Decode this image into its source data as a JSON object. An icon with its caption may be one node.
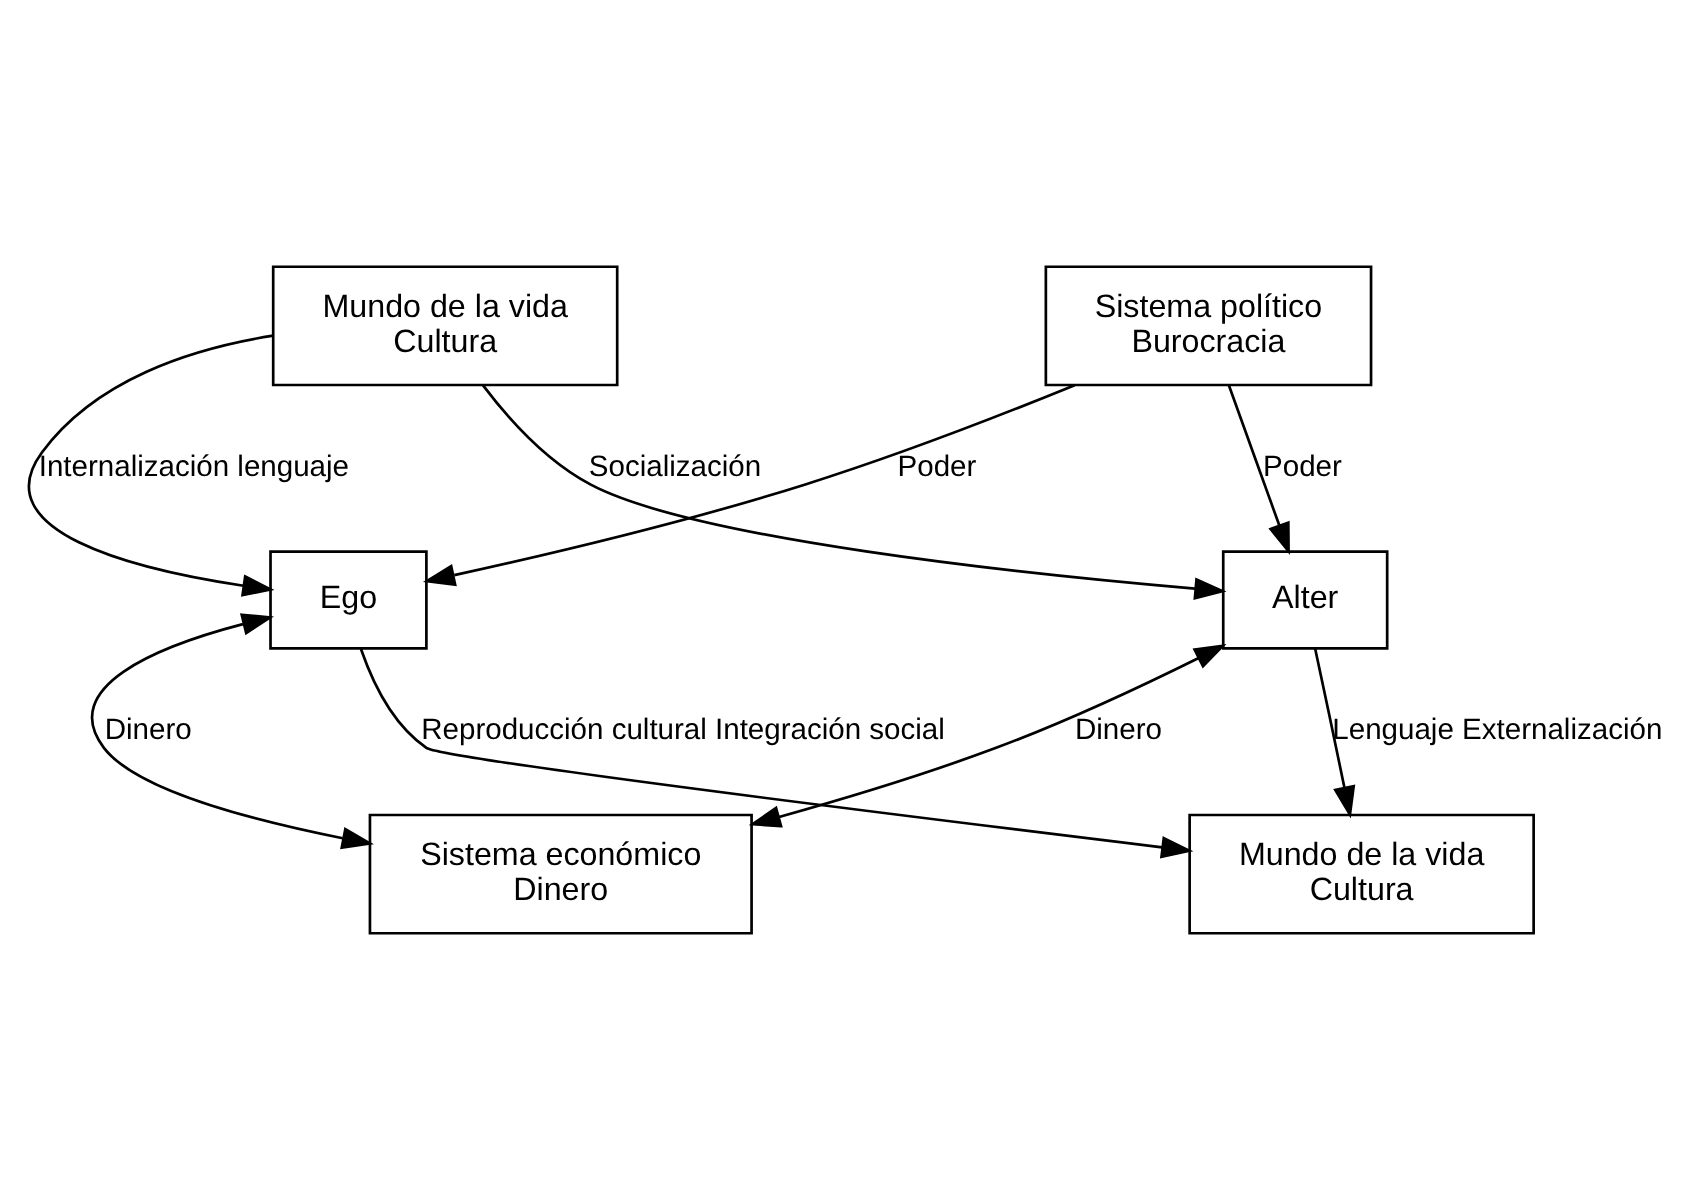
{
  "diagram": {
    "nodes": [
      {
        "text": [
          "Mundo de la vida",
          "Cultura"
        ]
      },
      {
        "text": [
          "Sistema político",
          "Burocracia"
        ]
      },
      {
        "text": [
          "Ego"
        ]
      },
      {
        "text": [
          "Alter"
        ]
      },
      {
        "text": [
          "Sistema económico",
          "Dinero"
        ]
      },
      {
        "text": [
          "Mundo de la vida",
          "Cultura"
        ]
      }
    ],
    "edges": [
      {
        "from": 0,
        "to": 2,
        "arrow": "to",
        "label": "Internalización lenguaje"
      },
      {
        "from": 0,
        "to": 3,
        "arrow": "to",
        "label": "Socialización"
      },
      {
        "from": 1,
        "to": 2,
        "arrow": "to",
        "label": "Poder"
      },
      {
        "from": 1,
        "to": 3,
        "arrow": "to",
        "label": "Poder"
      },
      {
        "from": 2,
        "to": 4,
        "arrow": "both",
        "label": "Dinero"
      },
      {
        "from": 3,
        "to": 4,
        "arrow": "both",
        "label": "Dinero"
      },
      {
        "from": 2,
        "to": 5,
        "arrow": "to",
        "label": "Reproducción cultural Integración social"
      },
      {
        "from": 3,
        "to": 5,
        "arrow": "to",
        "label": "Lenguaje Externalización"
      }
    ]
  }
}
